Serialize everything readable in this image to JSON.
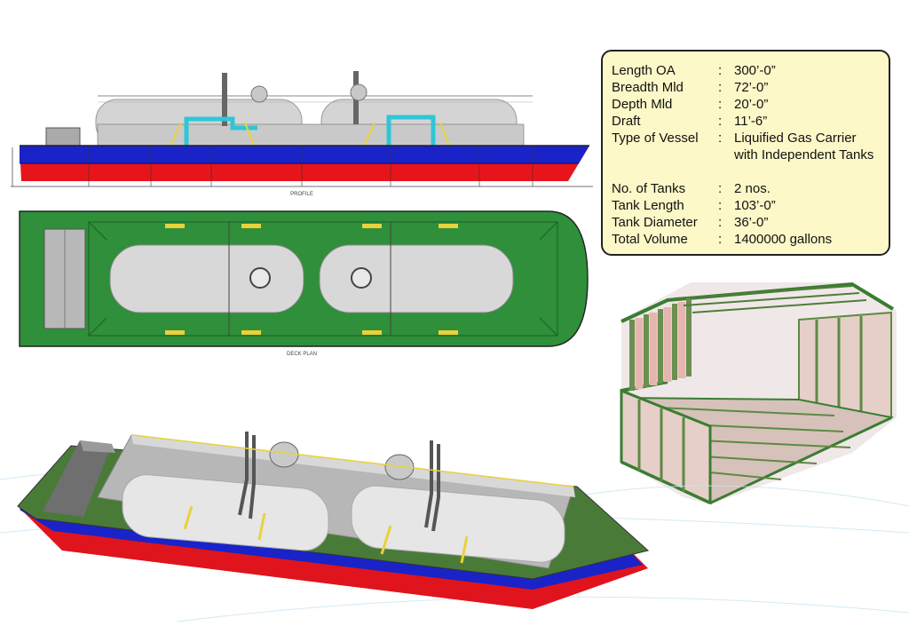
{
  "specs": {
    "vessel": [
      {
        "label": "Length OA",
        "value": "300’-0”"
      },
      {
        "label": "Breadth Mld",
        "value": "72’-0”"
      },
      {
        "label": "Depth Mld",
        "value": "20’-0”"
      },
      {
        "label": "Draft",
        "value": "11’-6”"
      },
      {
        "label": "Type of Vessel",
        "value": "Liquified Gas Carrier",
        "value2": "with Independent Tanks"
      }
    ],
    "tanks": [
      {
        "label": "No. of Tanks",
        "value": "2 nos."
      },
      {
        "label": "Tank Length",
        "value": "103’-0”"
      },
      {
        "label": "Tank Diameter",
        "value": "36’-0”"
      },
      {
        "label": "Total Volume",
        "value": "1400000 gallons"
      }
    ],
    "separator": ":"
  },
  "drawings": {
    "profile_caption": "PROFILE",
    "plan_caption": "DECK PLAN"
  },
  "colors": {
    "hull_red": "#e8141c",
    "hull_blue": "#1a23c8",
    "deck_green": "#2f8f3a",
    "tank_grey": "#d8d8d8",
    "cyan_pipe": "#2ec6d6",
    "yellow_ladder": "#e9d23a",
    "spec_bg": "#fdf8c8"
  }
}
